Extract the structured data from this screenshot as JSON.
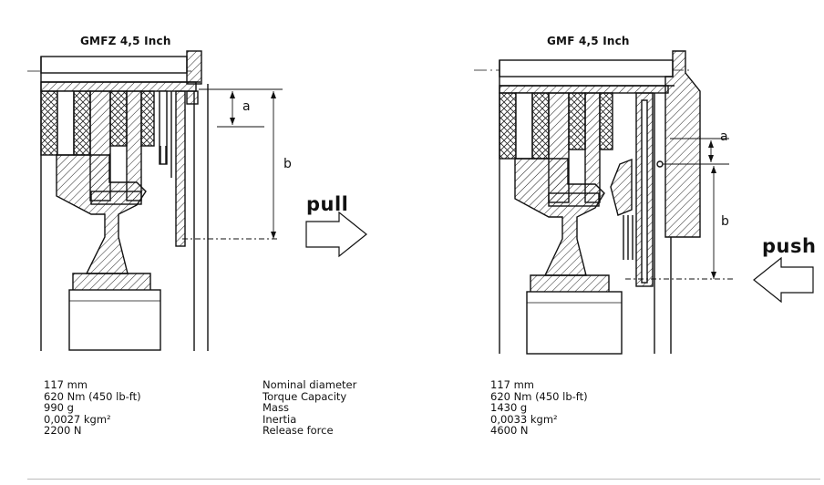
{
  "left_diagram": {
    "title": "GMFZ 4,5 Inch",
    "action": "pull",
    "dim_a": "a",
    "dim_b": "b"
  },
  "right_diagram": {
    "title": "GMF 4,5 Inch",
    "action": "push",
    "dim_a": "a",
    "dim_b": "b"
  },
  "specs": {
    "left_values": [
      "117 mm",
      "620 Nm (450 lb-ft)",
      "990 g",
      "0,0027 kgm²",
      "2200 N"
    ],
    "labels": [
      "Nominal diameter",
      "Torque Capacity",
      "Mass",
      "Inertia",
      "Release force"
    ],
    "right_values": [
      "117 mm",
      "620 Nm (450 lb-ft)",
      "1430 g",
      "0,0033 kgm²",
      "4600 N"
    ]
  }
}
